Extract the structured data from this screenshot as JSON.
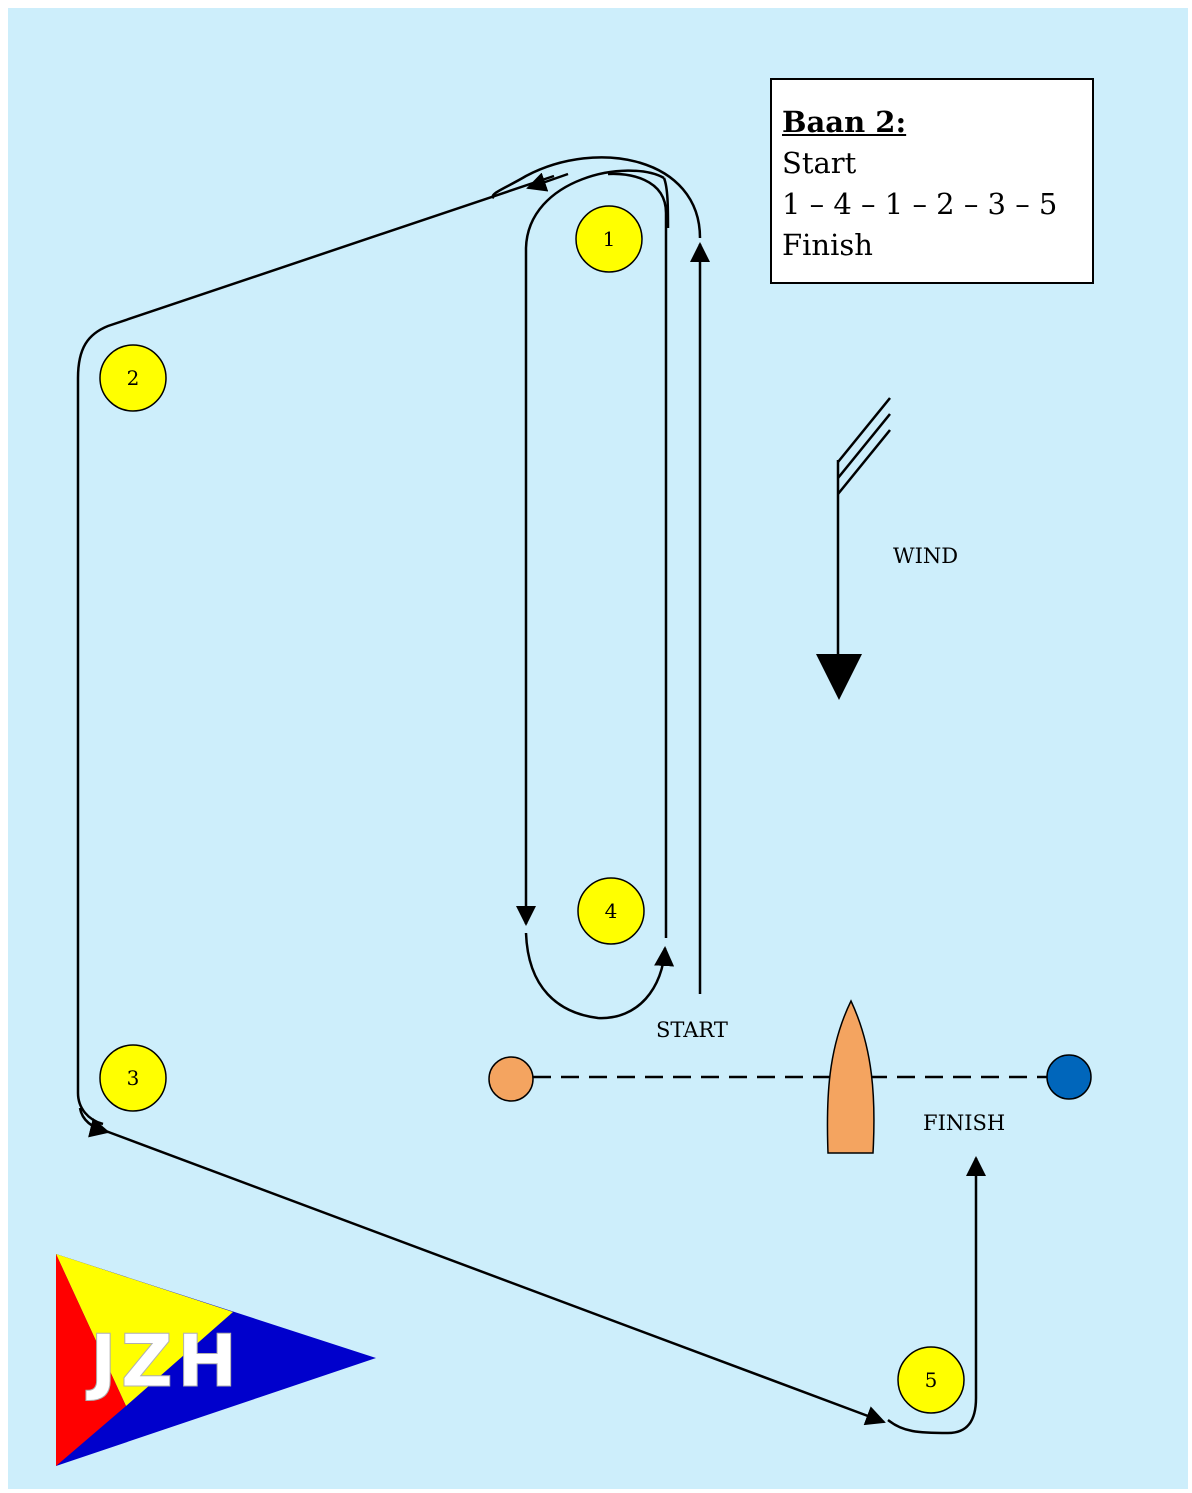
{
  "course": {
    "title": "Baan 2:",
    "lines": [
      "Start",
      "1 – 4 – 1 – 2 – 3 – 5",
      "Finish"
    ]
  },
  "labels": {
    "wind": "WIND",
    "start": "START",
    "finish": "FINISH"
  },
  "buoys": [
    {
      "id": "1",
      "color": "#ffff00"
    },
    {
      "id": "2",
      "color": "#ffff00"
    },
    {
      "id": "3",
      "color": "#ffff00"
    },
    {
      "id": "4",
      "color": "#ffff00"
    },
    {
      "id": "5",
      "color": "#ffff00"
    }
  ],
  "start_line": {
    "pin_color": "#f4a460",
    "finish_buoy_color": "#0066bb",
    "committee_boat_color": "#f4a460"
  },
  "logo": {
    "text": "JZH",
    "colors": {
      "red": "#ff0000",
      "yellow": "#ffff00",
      "blue": "#0000cc"
    }
  },
  "colors": {
    "water": "#cdeefb",
    "path": "#000000"
  }
}
